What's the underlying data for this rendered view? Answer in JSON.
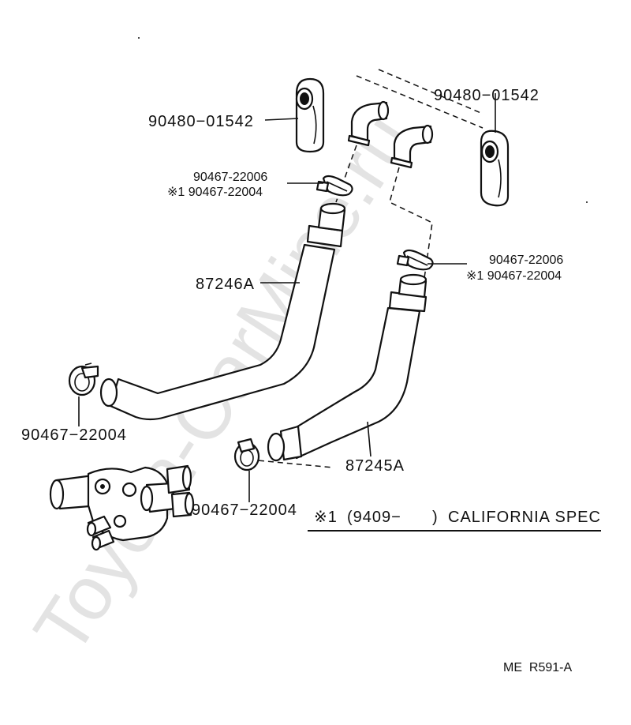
{
  "watermark": "Toyota-CarMine.ru",
  "labels": {
    "cap_left": "90480−01542",
    "cap_right": "90480−01542",
    "clamp_upper_left_a": "90467-22006",
    "clamp_upper_left_b": "※1 90467-22004",
    "clamp_right_a": "90467-22006",
    "clamp_right_b": "※1 90467-22004",
    "hose_upper": "87246A",
    "clamp_lower_left": "90467−22004",
    "clamp_lower_center": "90467−22004",
    "hose_lower": "87245A"
  },
  "note": {
    "mark": "※1",
    "date": "(9409−",
    "close": ")",
    "text": "CALIFORNIA SPEC"
  },
  "drawing_code": "ME  R591-A"
}
